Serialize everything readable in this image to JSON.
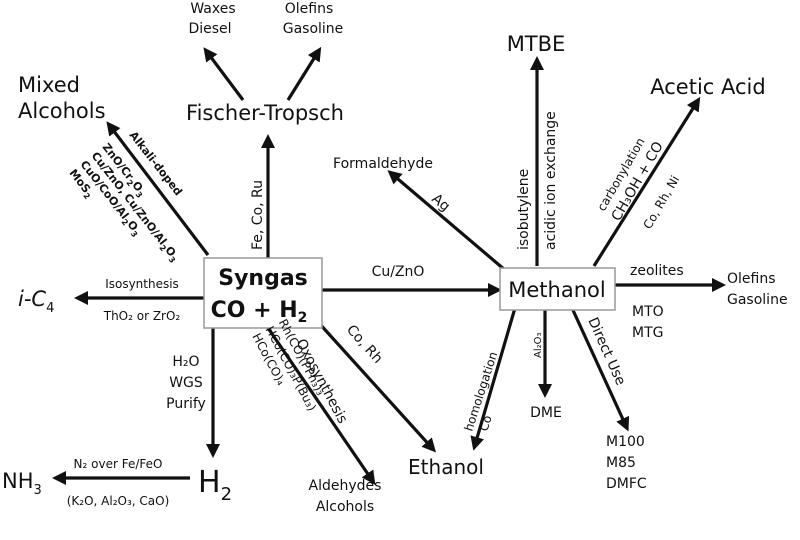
{
  "syngas": {
    "line1": "Syngas",
    "line2_main": "CO + H",
    "line2_sub": "2"
  },
  "methanol": "Methanol",
  "products": {
    "waxes": "Waxes",
    "diesel": "Diesel",
    "olefins_ft": "Olefins",
    "gasoline_ft": "Gasoline",
    "fischer_tropsch": "Fischer-Tropsch",
    "mixed_alcohols_1": "Mixed",
    "mixed_alcohols_2": "Alcohols",
    "i_c4_main": "i-C",
    "i_c4_sub": "4",
    "nh3_main": "NH",
    "nh3_sub": "3",
    "h2_main": "H",
    "h2_sub": "2",
    "aldehydes": "Aldehydes",
    "alcohols": "Alcohols",
    "ethanol": "Ethanol",
    "formaldehyde": "Formaldehyde",
    "mtbe": "MTBE",
    "acetic_acid": "Acetic Acid",
    "olefins_m": "Olefins",
    "gasoline_m": "Gasoline",
    "dme": "DME",
    "m100": "M100",
    "m85": "M85",
    "dmfc": "DMFC"
  },
  "labels": {
    "fe_co_ru": "Fe, Co, Ru",
    "alkali_doped": "Alkali-doped",
    "zno_cr2o3_main": "ZnO/Cr",
    "cu_zno": "Cu/ZnO, Cu/ZnO/Al",
    "cuo_coo_al2o3": "CuO/CoO/Al",
    "mos2": "MoS",
    "isosynthesis": "Isosynthesis",
    "tho2_zro2": "ThO₂ or ZrO₂",
    "h2o": "H₂O",
    "wgs": "WGS",
    "purify": "Purify",
    "n2_over": "N₂ over Fe/FeO",
    "promoters": "(K₂O, Al₂O₃, CaO)",
    "hco_co4": "HCo(CO)₄",
    "hco_co3_pbu3": "HCo(CO)₃P(Bu₃)",
    "rh_co_pph3": "Rh(CO)(PPh₃)₃",
    "oxosynthesis": "Oxosynthesis",
    "co_rh": "Co, Rh",
    "cu_zno_arrow": "Cu/ZnO",
    "ag": "Ag",
    "isobutylene": "isobutylene",
    "acidic_ion_exchange": "acidic ion exchange",
    "carbonylation": "carbonylation",
    "ch3oh_co": "CH₃OH + CO",
    "co_rh_ni": "Co, Rh, Ni",
    "zeolites": "zeolites",
    "mto": "MTO",
    "mtg": "MTG",
    "homologation": "homologation",
    "co": "Co",
    "al2o3": "Al₂O₃",
    "direct_use": "Direct Use"
  }
}
